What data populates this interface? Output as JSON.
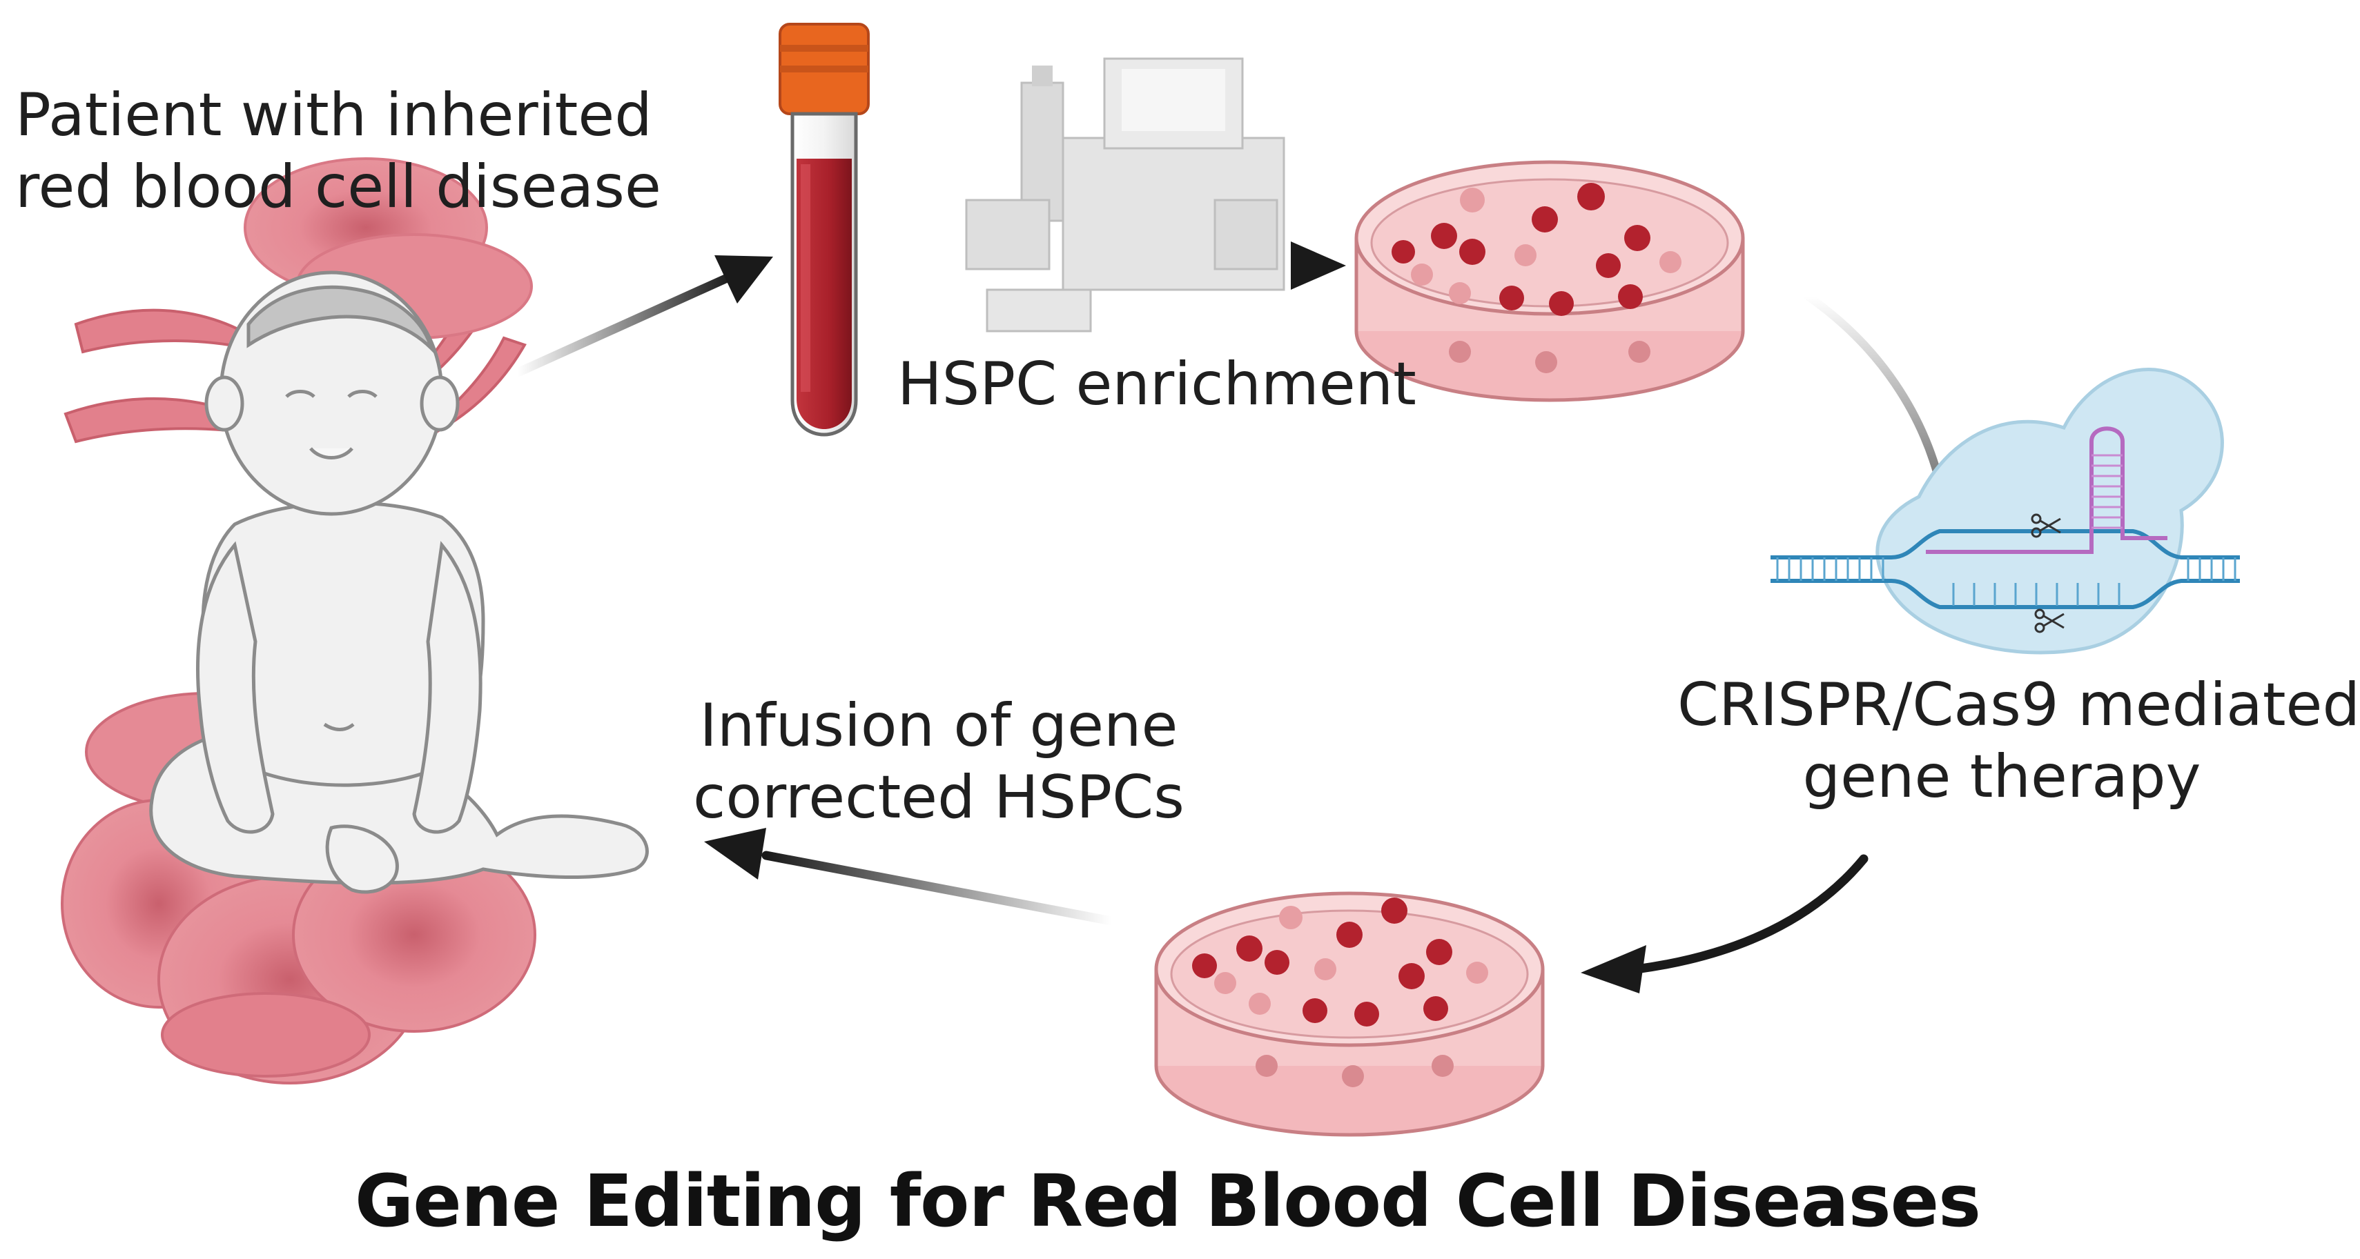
{
  "labels": {
    "patient": [
      "Patient with inherited",
      "red blood cell disease"
    ],
    "enrichment": "HSPC enrichment",
    "crispr": [
      "CRISPR/Cas9 mediated",
      "gene therapy"
    ],
    "infusion": [
      "Infusion of gene",
      "corrected HSPCs"
    ]
  },
  "title": "Gene Editing for Red Blood Cell Diseases",
  "icons": [
    "baby-figure",
    "red-blood-cells",
    "sickle-cells",
    "blood-tube",
    "cell-sorter-machine",
    "petri-dish",
    "cas9-dna-complex",
    "process-arrow"
  ],
  "colors": {
    "blood": "#a8202a",
    "cap": "#e8661f",
    "rbc": "#e58a95",
    "dish": "#f6c9cb",
    "cell_dark": "#b3222e",
    "cell_light": "#e79ea3",
    "dna": "#2f86b8",
    "guide_rna": "#b56ac0",
    "cas9": "#cfe7f3",
    "arrow": "#1a1a1a"
  }
}
